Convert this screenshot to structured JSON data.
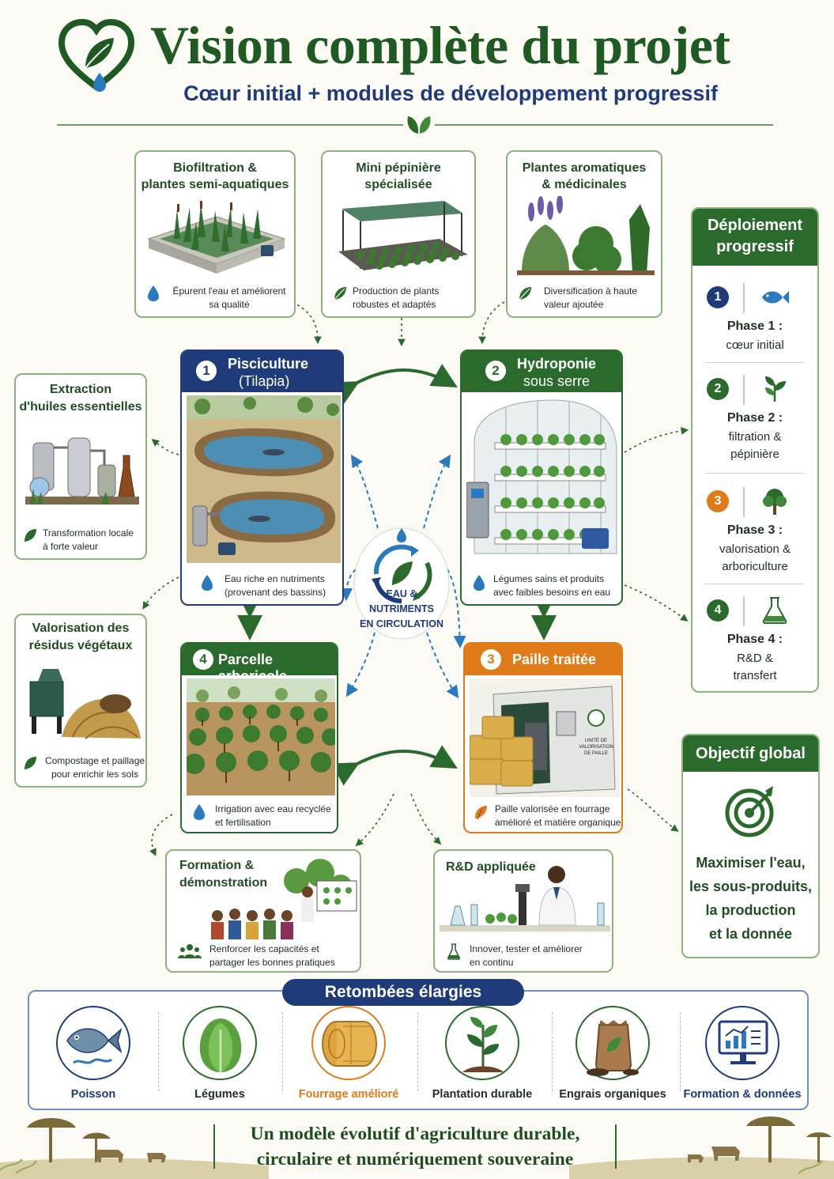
{
  "header": {
    "title": "Vision complète du projet",
    "subtitle": "Cœur initial + modules de développement progressif"
  },
  "top_cards": [
    {
      "title_line1": "Biofiltration &",
      "title_line2": "plantes semi-aquatiques",
      "desc_line1": "Épurent l'eau et améliorent",
      "desc_line2": "sa qualité",
      "icon": "water-drop-icon"
    },
    {
      "title_line1": "Mini pépinière",
      "title_line2": "spécialisée",
      "desc_line1": "Production de plants",
      "desc_line2": "robustes et adaptés",
      "icon": "leaf-icon"
    },
    {
      "title_line1": "Plantes aromatiques",
      "title_line2": "& médicinales",
      "desc_line1": "Diversification à haute",
      "desc_line2": "valeur ajoutée",
      "icon": "leaf-icon"
    }
  ],
  "left_cards": [
    {
      "title_line1": "Extraction",
      "title_line2": "d'huiles essentielles",
      "desc_line1": "Transformation locale",
      "desc_line2": "à forte valeur",
      "icon": "leaf-icon"
    },
    {
      "title_line1": "Valorisation des",
      "title_line2": "résidus végétaux",
      "desc_line1": "Compostage et paillage",
      "desc_line2": "pour enrichir les sols",
      "icon": "leaf-icon"
    }
  ],
  "modules": [
    {
      "number": "1",
      "title_line1": "Pisciculture",
      "title_line2": "(Tilapia)",
      "desc_line1": "Eau riche en nutriments",
      "desc_line2": "(provenant des bassins)",
      "color": "#1f3b7a"
    },
    {
      "number": "2",
      "title_line1": "Hydroponie",
      "title_line2": "sous serre",
      "desc_line1": "Légumes sains et produits",
      "desc_line2": "avec faibles besoins en eau",
      "color": "#2a6a2c"
    },
    {
      "number": "4",
      "title_line1": "Parcelle arboricole",
      "desc_line1": "Irrigation avec eau recyclée",
      "desc_line2": "et fertilisation",
      "color": "#2a6a2c"
    },
    {
      "number": "3",
      "title_line1": "Paille traitée",
      "desc_line1": "Paille valorisée en fourrage",
      "desc_line2": "amélioré et matière organique",
      "color": "#e07b1a",
      "machine_label_1": "UNITÉ DE",
      "machine_label_2": "VALORISATION",
      "machine_label_3": "DE PAILLE"
    }
  ],
  "hub": {
    "line1": "EAU &",
    "line2": "NUTRIMENTS",
    "line3": "EN CIRCULATION"
  },
  "bottom_cards": [
    {
      "title_line1": "Formation &",
      "title_line2": "démonstration",
      "desc_line1": "Renforcer les capacités et",
      "desc_line2": "partager les bonnes pratiques",
      "icon": "people-icon"
    },
    {
      "title_line1": "R&D appliquée",
      "desc_line1": "Innover, tester et améliorer",
      "desc_line2": "en continu",
      "icon": "flask-icon"
    }
  ],
  "sidebar": {
    "title_line1": "Déploiement",
    "title_line2": "progressif",
    "phases": [
      {
        "number": "1",
        "title": "Phase 1 :",
        "text_line1": "cœur initial",
        "text_line2": "",
        "color": "#1f3b7a",
        "icon": "fish-icon"
      },
      {
        "number": "2",
        "title": "Phase 2 :",
        "text_line1": "filtration &",
        "text_line2": "pépinière",
        "color": "#2a6a2c",
        "icon": "sprout-icon"
      },
      {
        "number": "3",
        "title": "Phase 3 :",
        "text_line1": "valorisation &",
        "text_line2": "arboriculture",
        "color": "#e07b1a",
        "icon": "tree-icon"
      },
      {
        "number": "4",
        "title": "Phase 4 :",
        "text_line1": "R&D &",
        "text_line2": "transfert",
        "color": "#2a6a2c",
        "icon": "flask-icon"
      }
    ]
  },
  "objective": {
    "title": "Objectif global",
    "line1": "Maximiser l'eau,",
    "line2": "les sous-produits,",
    "line3": "la production",
    "line4": "et la donnée"
  },
  "retombees": {
    "title": "Retombées élargies",
    "items": [
      {
        "label": "Poisson",
        "icon": "fish-icon",
        "color": "#1f3b7a"
      },
      {
        "label": "Légumes",
        "icon": "lettuce-icon",
        "color": "#1f2f22"
      },
      {
        "label": "Fourrage amélioré",
        "icon": "hay-bale-icon",
        "color": "#e07b1a"
      },
      {
        "label": "Plantation durable",
        "icon": "plant-icon",
        "color": "#1f2f22"
      },
      {
        "label": "Engrais organiques",
        "icon": "fertilizer-bag-icon",
        "color": "#1f2f22"
      },
      {
        "label": "Formation & données",
        "icon": "data-screen-icon",
        "color": "#1f3b7a"
      }
    ]
  },
  "footer": {
    "line1": "Un modèle évolutif d'agriculture durable,",
    "line2": "circulaire et numériquement souveraine"
  }
}
